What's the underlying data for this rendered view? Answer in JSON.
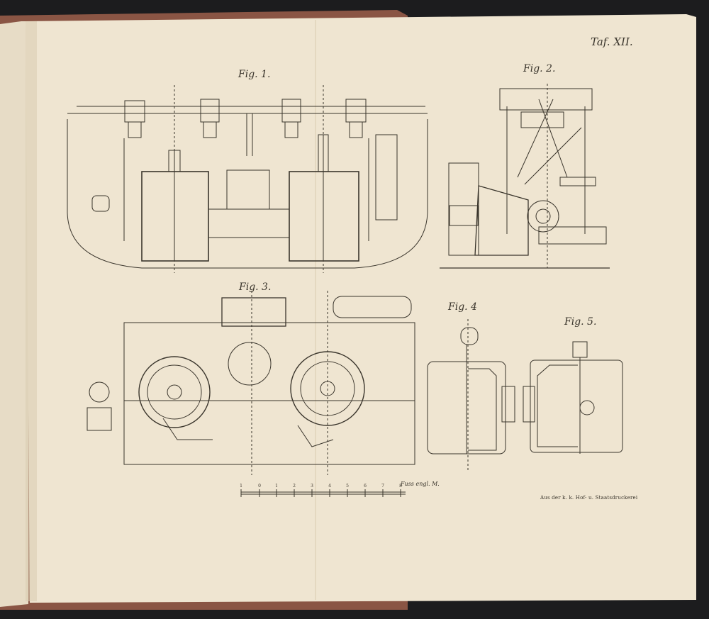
{
  "plate": {
    "number": "Taf. XII.",
    "figures": [
      {
        "id": "fig1",
        "label": "Fig. 1."
      },
      {
        "id": "fig2",
        "label": "Fig. 2."
      },
      {
        "id": "fig3",
        "label": "Fig. 3."
      },
      {
        "id": "fig4",
        "label": "Fig. 4"
      },
      {
        "id": "fig5",
        "label": "Fig. 5."
      }
    ],
    "scale": {
      "ticks": [
        "1",
        "0",
        "1",
        "2",
        "3",
        "4",
        "5",
        "6",
        "7",
        "8"
      ],
      "unit": "Fuss engl. M."
    },
    "imprint": "Aus der k. k. Hof- u. Staatsdruckerei"
  },
  "colors": {
    "paper": "#efe5d1",
    "ink": "#3a352c",
    "cover": "#8a5544",
    "background": "#1c1c1e"
  }
}
